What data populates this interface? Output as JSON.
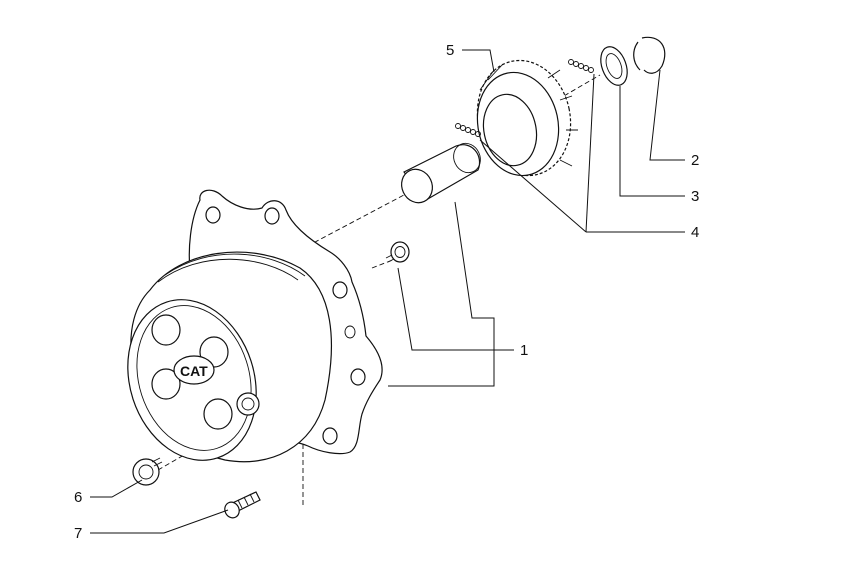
{
  "callouts": {
    "c1": "1",
    "c2": "2",
    "c3": "3",
    "c4": "4",
    "c5": "5",
    "c6": "6",
    "c7": "7"
  },
  "parts": {
    "housing_logo": "CAT"
  }
}
